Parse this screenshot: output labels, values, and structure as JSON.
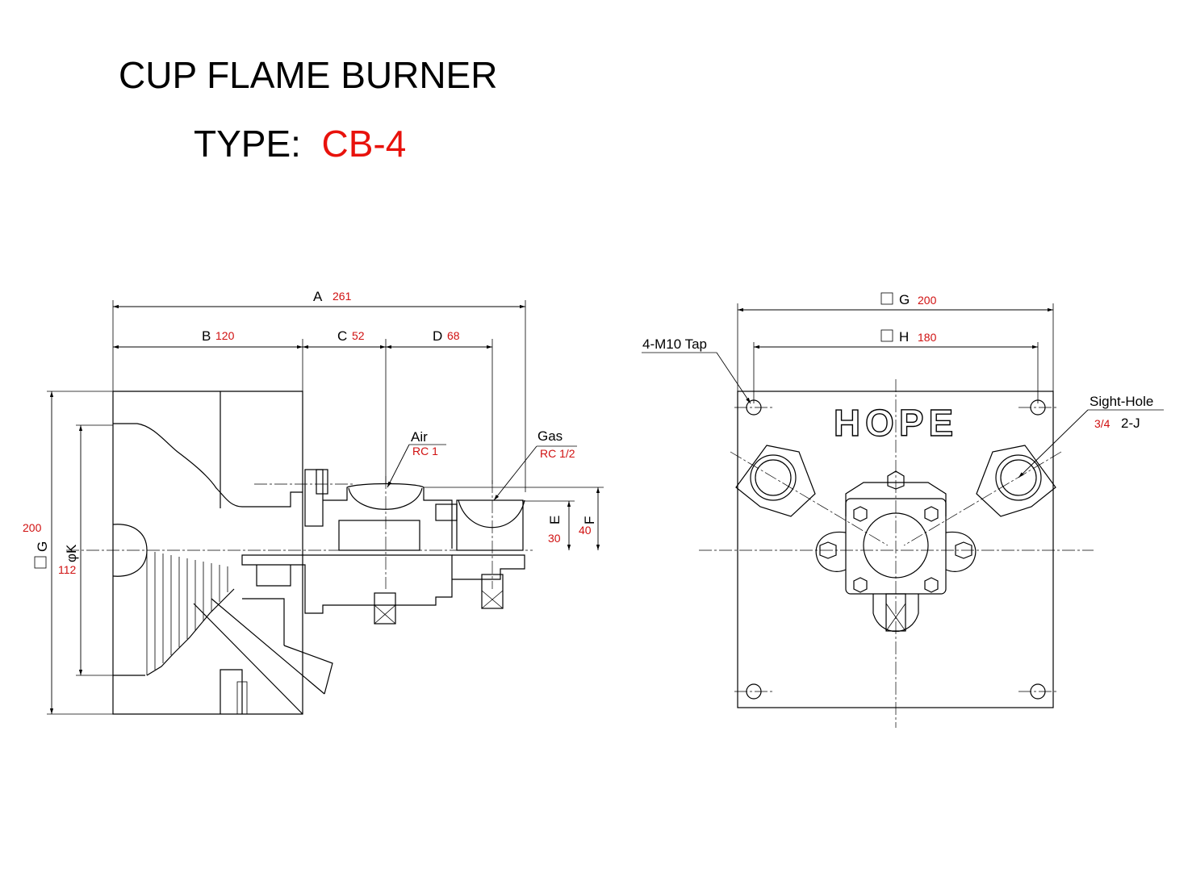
{
  "title": "CUP FLAME BURNER",
  "type_label": "TYPE:",
  "model": "CB-4",
  "colors": {
    "model": "#e8120c",
    "values": "#d01010",
    "lines": "#000000"
  },
  "side_view": {
    "dims": {
      "A": {
        "label": "A",
        "value": "261"
      },
      "B": {
        "label": "B",
        "value": "120"
      },
      "C": {
        "label": "C",
        "value": "52"
      },
      "D": {
        "label": "D",
        "value": "68"
      },
      "E": {
        "label": "E",
        "value": "30"
      },
      "F": {
        "label": "F",
        "value": "40"
      },
      "G": {
        "label": "G",
        "value": "200"
      },
      "K": {
        "label": "φK",
        "value": "112"
      }
    },
    "ports": {
      "air": {
        "label": "Air",
        "size": "RC 1"
      },
      "gas": {
        "label": "Gas",
        "size": "RC 1/2"
      }
    }
  },
  "front_view": {
    "dims": {
      "G": {
        "label": "G",
        "value": "200"
      },
      "H": {
        "label": "H",
        "value": "180"
      }
    },
    "tap_label": "4-M10 Tap",
    "sight_hole": {
      "label": "Sight-Hole",
      "size": "3/4",
      "code": "2-J"
    },
    "logo": "HOPE"
  }
}
